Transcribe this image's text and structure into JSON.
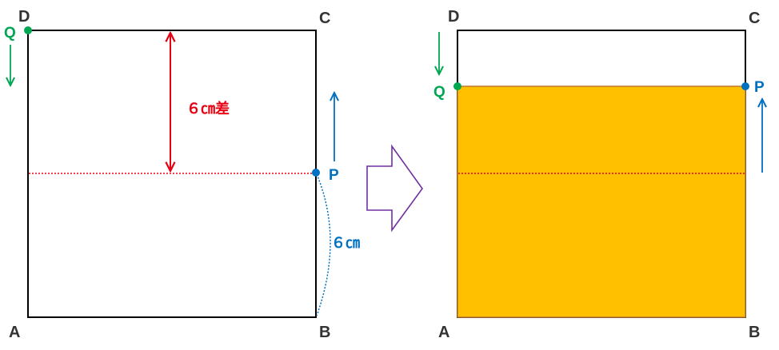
{
  "left_figure": {
    "vertices": {
      "A": "A",
      "B": "B",
      "C": "C",
      "D": "D"
    },
    "point_q": "Q",
    "point_p": "P",
    "difference_label": "６㎝差",
    "arc_label": "６㎝"
  },
  "right_figure": {
    "vertices": {
      "A": "A",
      "B": "B",
      "C": "C",
      "D": "D"
    },
    "point_q": "Q",
    "point_p": "P"
  },
  "colors": {
    "green": "#00a651",
    "blue": "#0070c0",
    "red": "#e60012",
    "fill": "#ffc000",
    "fill_border": "#c07830",
    "arrow": "#7030a0",
    "vertex_label": "#333333"
  }
}
